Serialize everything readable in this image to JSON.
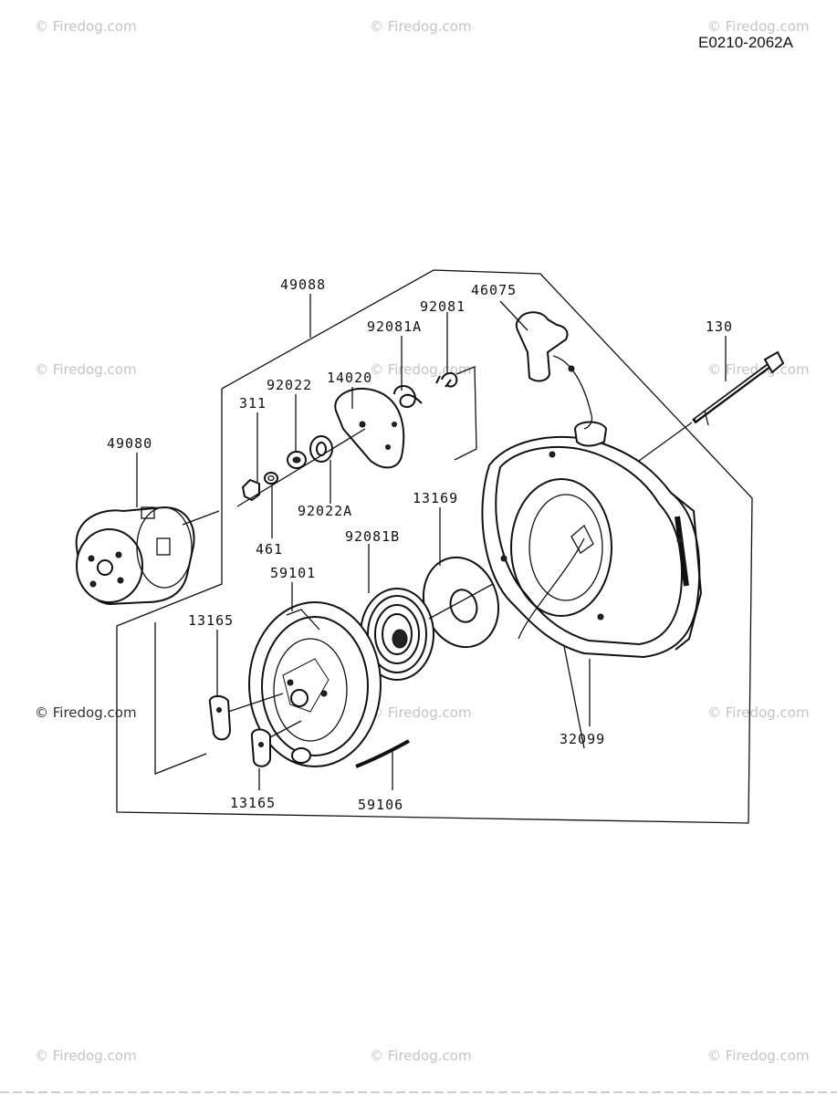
{
  "diagram_code": "E0210-2062A",
  "watermark": "© Firedog.com",
  "callouts": [
    {
      "id": "49088",
      "label": "49088"
    },
    {
      "id": "46075",
      "label": "46075"
    },
    {
      "id": "92081",
      "label": "92081"
    },
    {
      "id": "92081A",
      "label": "92081A"
    },
    {
      "id": "130",
      "label": "130"
    },
    {
      "id": "14020",
      "label": "14020"
    },
    {
      "id": "92022",
      "label": "92022"
    },
    {
      "id": "311",
      "label": "311"
    },
    {
      "id": "49080",
      "label": "49080"
    },
    {
      "id": "13169",
      "label": "13169"
    },
    {
      "id": "92022A",
      "label": "92022A"
    },
    {
      "id": "92081B",
      "label": "92081B"
    },
    {
      "id": "461",
      "label": "461"
    },
    {
      "id": "59101",
      "label": "59101"
    },
    {
      "id": "13165_top",
      "label": "13165"
    },
    {
      "id": "32099",
      "label": "32099"
    },
    {
      "id": "13165_bottom",
      "label": "13165"
    },
    {
      "id": "59106",
      "label": "59106"
    }
  ]
}
